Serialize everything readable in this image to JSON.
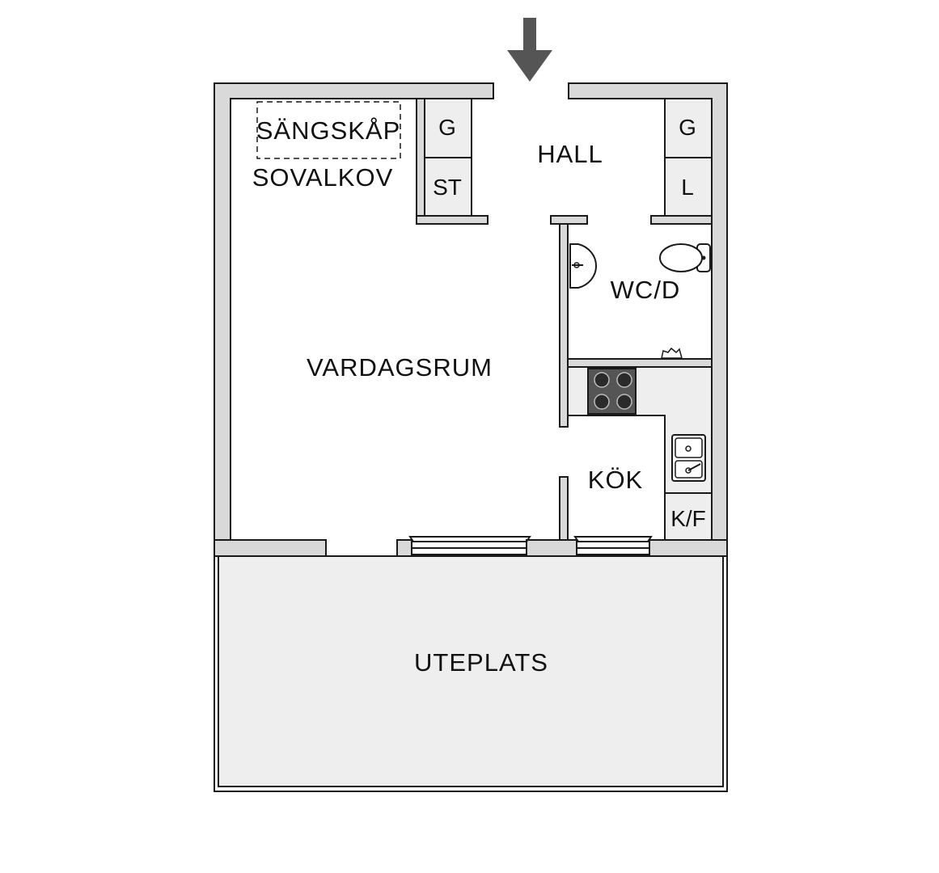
{
  "rooms": {
    "hall": "HALL",
    "sovalkov": "SOVALKOV",
    "sangskap": "SÄNGSKÅP",
    "vardagsrum": "VARDAGSRUM",
    "wc": "WC/D",
    "kok": "KÖK",
    "uteplats": "UTEPLATS"
  },
  "cabinets": {
    "g_left": "G",
    "st": "ST",
    "g_right": "G",
    "l": "L",
    "kf": "K/F"
  },
  "icons": {
    "entrance": "entrance-arrow-icon",
    "stove": "stove-icon",
    "sink": "kitchen-sink-icon",
    "toilet": "toilet-icon",
    "washbasin": "washbasin-icon",
    "window": "window-icon"
  },
  "colors": {
    "wall": "#d9d9d9",
    "terrace": "#eeeeee",
    "stove": "#555555",
    "arrow": "#555555"
  }
}
